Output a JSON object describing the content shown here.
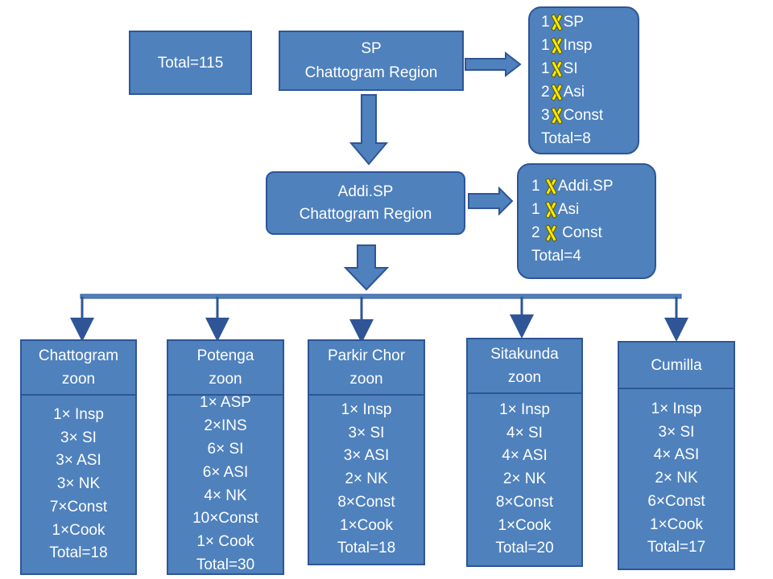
{
  "total_box": {
    "label": "Total=115"
  },
  "sp_box": {
    "line1": "SP",
    "line2": "Chattogram Region"
  },
  "sp_list": {
    "rows": [
      {
        "count": "1",
        "name": "SP"
      },
      {
        "count": "1",
        "name": "Insp"
      },
      {
        "count": "1",
        "name": "SI"
      },
      {
        "count": "2",
        "name": "Asi"
      },
      {
        "count": "3",
        "name": "Const"
      }
    ],
    "total": "Total=8"
  },
  "addi_box": {
    "line1": "Addi.SP",
    "line2": "Chattogram Region"
  },
  "addi_list": {
    "rows": [
      {
        "count": "1",
        "name": "Addi.SP"
      },
      {
        "count": "1",
        "name": "Asi"
      },
      {
        "count": "2",
        "name": "Const"
      }
    ],
    "total": "Total=4"
  },
  "zones": [
    {
      "title1": "Chattogram",
      "title2": "zoon",
      "items": [
        "1× Insp",
        "3× SI",
        "3× ASI",
        "3× NK",
        "7×Const",
        "1×Cook",
        "Total=18"
      ]
    },
    {
      "title1": "Potenga",
      "title2": "zoon",
      "items": [
        "1× ASP",
        "2×INS",
        "6× SI",
        "6× ASI",
        "4× NK",
        "10×Const",
        "1× Cook",
        "Total=30"
      ]
    },
    {
      "title1": "Parkir Chor",
      "title2": "zoon",
      "items": [
        "1× Insp",
        "3× SI",
        "3× ASI",
        "2× NK",
        "8×Const",
        "1×Cook",
        "Total=18"
      ]
    },
    {
      "title1": "Sitakunda",
      "title2": "zoon",
      "items": [
        "1× Insp",
        "4× SI",
        "4× ASI",
        "2× NK",
        "8×Const",
        "1×Cook",
        "Total=20"
      ]
    },
    {
      "title1": "Cumilla",
      "title2": "",
      "items": [
        "1× Insp",
        "3× SI",
        "4× ASI",
        "2× NK",
        "6×Const",
        "1×Cook",
        "Total=17"
      ]
    }
  ],
  "colors": {
    "box_fill": "#4f81bd",
    "box_border": "#2f5597",
    "mark": "#ffeb00"
  }
}
